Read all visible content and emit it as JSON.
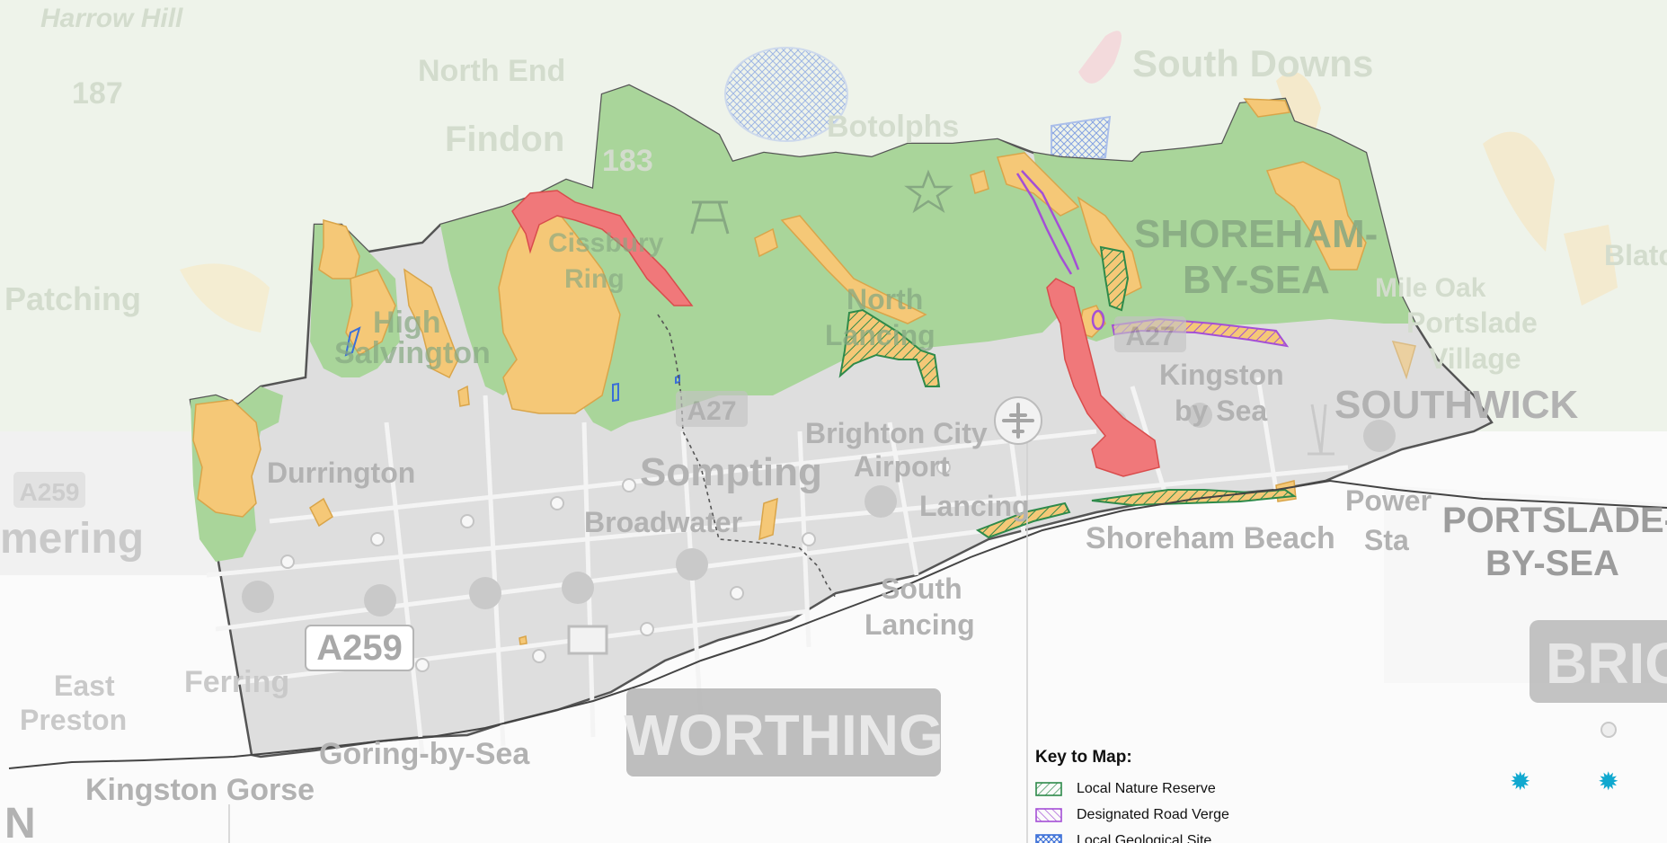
{
  "map": {
    "place_labels": {
      "findon": "Findon",
      "north_end": "North End",
      "botolphs": "Botolphs",
      "cissbury_ring_1": "Cissbury",
      "cissbury_ring_2": "Ring",
      "high_salvington_1": "High",
      "high_salvington_2": "Salvington",
      "north_lancing_1": "North",
      "north_lancing_2": "Lancing",
      "shoreham_by_sea_1": "SHOREHAM-",
      "shoreham_by_sea_2": "BY-SEA",
      "mile_oak": "Mile Oak",
      "portslade_village_1": "Portslade",
      "portslade_village_2": "Village",
      "patching": "Patching",
      "kingston_by_sea_1": "Kingston",
      "kingston_by_sea_2": "by Sea",
      "southwick": "SOUTHWICK",
      "durrington": "Durrington",
      "sompting": "Sompting",
      "brighton_city_airport_1": "Brighton City",
      "brighton_city_airport_2": "Airport",
      "lancing": "Lancing",
      "broadwater": "Broadwater",
      "shoreham_beach": "Shoreham Beach",
      "power_sta_1": "Power",
      "power_sta_2": "Sta",
      "portslade_by_sea_1": "PORTSLADE-",
      "portslade_by_sea_2": "BY-SEA",
      "ferring_partial": "mering",
      "south_lancing_1": "South",
      "south_lancing_2": "Lancing",
      "east_preston_1": "East",
      "east_preston_2": "Preston",
      "ferring": "Ferring",
      "goring_by_sea": "Goring-by-Sea",
      "worthing": "WORTHING",
      "kingston_gorse": "Kingston Gorse",
      "brighton_partial": "BRIG",
      "edge_n": "N",
      "harrow_hill": "Harrow Hill",
      "height_187": "187",
      "height_183": "183",
      "blatchington_partial": "Blatc",
      "south_downs_partial": "South Downs"
    },
    "road_labels": {
      "a259": "A259",
      "a27_west": "A27",
      "a27_east": "A27",
      "a259_west": "A259"
    },
    "colors": {
      "green_space": "#a9d59a",
      "wildlife_site": "#f5c877",
      "wildlife_outline": "#d9a54a",
      "red_site": "#f0787a",
      "red_outline": "#d94c4c",
      "nature_reserve": "#2e8a4a",
      "road_verge": "#a44fd6",
      "geological_site": "#3b6fd8",
      "urban": "#dedede",
      "boundary": "#555555",
      "marker": "#10a8cf"
    }
  },
  "legend": {
    "title": "Key to Map:",
    "items": [
      {
        "label": "Local Nature Reserve",
        "color": "#2e8a4a"
      },
      {
        "label": "Designated Road Verge",
        "color": "#a44fd6"
      },
      {
        "label": "Local Geological Site",
        "color": "#3b6fd8"
      }
    ],
    "marker_glyph": "✹"
  }
}
